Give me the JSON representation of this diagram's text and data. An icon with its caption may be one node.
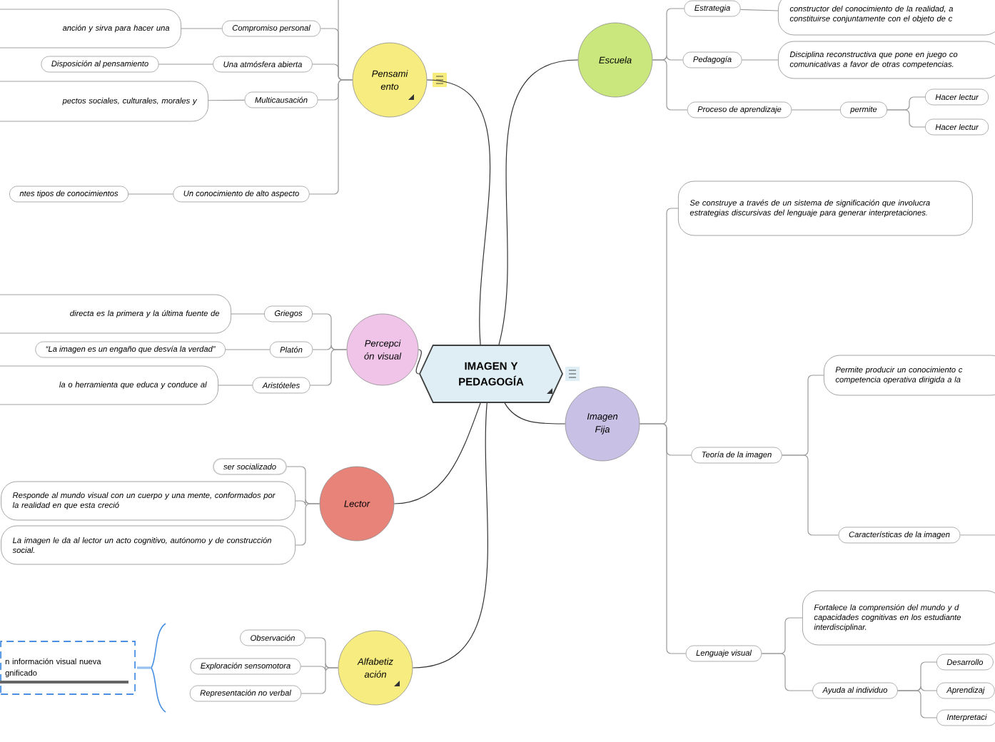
{
  "diagram": {
    "nodes": [
      {
        "text": [
          "IMAGEN Y PEDAGOGÍA"
        ]
      },
      {
        "text": [
          "Pensami ento"
        ]
      },
      {
        "text": [
          "Compromiso personal"
        ]
      },
      {
        "text": [
          "anción y sirva para hacer una"
        ]
      },
      {
        "text": [
          "Una atmósfera abierta"
        ]
      },
      {
        "text": [
          "Disposición al pensamiento"
        ]
      },
      {
        "text": [
          "Multicausación"
        ]
      },
      {
        "text": [
          "pectos sociales, culturales, morales y"
        ]
      },
      {
        "text": [
          "Un conocimiento de alto aspecto"
        ]
      },
      {
        "text": [
          "ntes tipos de conocimientos"
        ]
      },
      {
        "text": [
          "Percepci ón visual"
        ]
      },
      {
        "text": [
          "Griegos"
        ]
      },
      {
        "text": [
          "directa es la primera y la última fuente de"
        ]
      },
      {
        "text": [
          "Platón"
        ]
      },
      {
        "text": [
          "“La imagen es un engaño que desvía la verdad”"
        ]
      },
      {
        "text": [
          "Aristóteles"
        ]
      },
      {
        "text": [
          "la o herramienta que educa y conduce al"
        ]
      },
      {
        "text": [
          "Lector"
        ]
      },
      {
        "text": [
          "ser socializado"
        ]
      },
      {
        "text": [
          "Responde al mundo visual con un cuerpo y una mente, conformados por la realidad en que esta creció"
        ]
      },
      {
        "text": [
          "La imagen le da al lector un acto cognitivo, autónomo y de construcción social."
        ]
      },
      {
        "text": [
          "Alfabetiz ación"
        ]
      },
      {
        "text": [
          "Observación"
        ]
      },
      {
        "text": [
          "Exploración sensomotora"
        ]
      },
      {
        "text": [
          "Representación no verbal"
        ]
      },
      {
        "text": [
          "n información visual nueva gnificado"
        ]
      },
      {
        "text": [
          "Escuela"
        ]
      },
      {
        "text": [
          "Estrategia"
        ]
      },
      {
        "text": [
          "constructor del conocimiento de la realidad, a constituirse conjuntamente con el objeto de c"
        ]
      },
      {
        "text": [
          "Pedagogía"
        ]
      },
      {
        "text": [
          "Disciplina reconstructiva que pone en juego co comunicativas a favor de otras competencias."
        ]
      },
      {
        "text": [
          "Proceso de aprendizaje"
        ]
      },
      {
        "text": [
          "permite"
        ]
      },
      {
        "text": [
          "Hacer lectur"
        ]
      },
      {
        "text": [
          "Hacer lectur"
        ]
      },
      {
        "text": [
          "Imagen Fija"
        ]
      },
      {
        "text": [
          "Se construye a través de un sistema de significación que involucra estrategias discursivas del lenguaje para generar interpretaciones."
        ]
      },
      {
        "text": [
          "Teoría de la imagen"
        ]
      },
      {
        "text": [
          "Permite producir un conocimiento c competencia operativa dirigida a la"
        ]
      },
      {
        "text": [
          "Características de la imagen"
        ]
      },
      {
        "text": [
          "Lenguaje visual"
        ]
      },
      {
        "text": [
          "Fortalece la comprensión del mundo y d capacidades cognitivas en los estudiante interdisciplinar."
        ]
      },
      {
        "text": [
          "Ayuda al individuo"
        ]
      },
      {
        "text": [
          "Desarrollo"
        ]
      },
      {
        "text": [
          "Aprendizaj"
        ]
      },
      {
        "text": [
          "Interpretaci"
        ]
      }
    ],
    "edges": [
      {
        "from": 0,
        "to": 1,
        "arrow": "none",
        "color": "#333333"
      },
      {
        "from": 0,
        "to": 10,
        "arrow": "none",
        "color": "#333333"
      },
      {
        "from": 0,
        "to": 17,
        "arrow": "none",
        "color": "#333333"
      },
      {
        "from": 0,
        "to": 21,
        "arrow": "none",
        "color": "#333333"
      },
      {
        "from": 0,
        "to": 26,
        "arrow": "none",
        "color": "#333333"
      },
      {
        "from": 0,
        "to": 35,
        "arrow": "none",
        "color": "#333333"
      },
      {
        "from": 1,
        "to": null,
        "arrow": "none"
      },
      {
        "from": 1,
        "to": 2,
        "arrow": "none"
      },
      {
        "from": 2,
        "to": 3,
        "arrow": "none"
      },
      {
        "from": 1,
        "to": 4,
        "arrow": "none"
      },
      {
        "from": 4,
        "to": 5,
        "arrow": "none"
      },
      {
        "from": 1,
        "to": 6,
        "arrow": "none"
      },
      {
        "from": 6,
        "to": 7,
        "arrow": "none"
      },
      {
        "from": 1,
        "to": 8,
        "arrow": "none"
      },
      {
        "from": 8,
        "to": 9,
        "arrow": "none"
      },
      {
        "from": 10,
        "to": 11,
        "arrow": "none"
      },
      {
        "from": 11,
        "to": 12,
        "arrow": "none"
      },
      {
        "from": 10,
        "to": 13,
        "arrow": "none"
      },
      {
        "from": 13,
        "to": 14,
        "arrow": "none"
      },
      {
        "from": 10,
        "to": 15,
        "arrow": "none"
      },
      {
        "from": 15,
        "to": 16,
        "arrow": "none"
      },
      {
        "from": 17,
        "to": 18,
        "arrow": "none"
      },
      {
        "from": 17,
        "to": 19,
        "arrow": "none"
      },
      {
        "from": 17,
        "to": 20,
        "arrow": "none"
      },
      {
        "from": 21,
        "to": 22,
        "arrow": "none"
      },
      {
        "from": 21,
        "to": 23,
        "arrow": "none"
      },
      {
        "from": 21,
        "to": 24,
        "arrow": "none"
      },
      {
        "from": 26,
        "to": 27,
        "arrow": "none"
      },
      {
        "from": 27,
        "to": 28,
        "arrow": "none"
      },
      {
        "from": 26,
        "to": 29,
        "arrow": "none"
      },
      {
        "from": 29,
        "to": 30,
        "arrow": "none"
      },
      {
        "from": 26,
        "to": 31,
        "arrow": "none"
      },
      {
        "from": 31,
        "to": 32,
        "arrow": "none"
      },
      {
        "from": 32,
        "to": 33,
        "arrow": "none"
      },
      {
        "from": 32,
        "to": 34,
        "arrow": "none"
      },
      {
        "from": 35,
        "to": 36,
        "arrow": "none"
      },
      {
        "from": 35,
        "to": 37,
        "arrow": "none"
      },
      {
        "from": 37,
        "to": 38,
        "arrow": "none"
      },
      {
        "from": 37,
        "to": 39,
        "arrow": "none"
      },
      {
        "from": 39,
        "to": null,
        "arrow": "none"
      },
      {
        "from": 35,
        "to": 40,
        "arrow": "none"
      },
      {
        "from": 40,
        "to": 41,
        "arrow": "none"
      },
      {
        "from": 40,
        "to": 42,
        "arrow": "none"
      },
      {
        "from": 42,
        "to": 43,
        "arrow": "none"
      },
      {
        "from": 42,
        "to": 44,
        "arrow": "none"
      },
      {
        "from": 42,
        "to": 45,
        "arrow": "none"
      }
    ]
  }
}
